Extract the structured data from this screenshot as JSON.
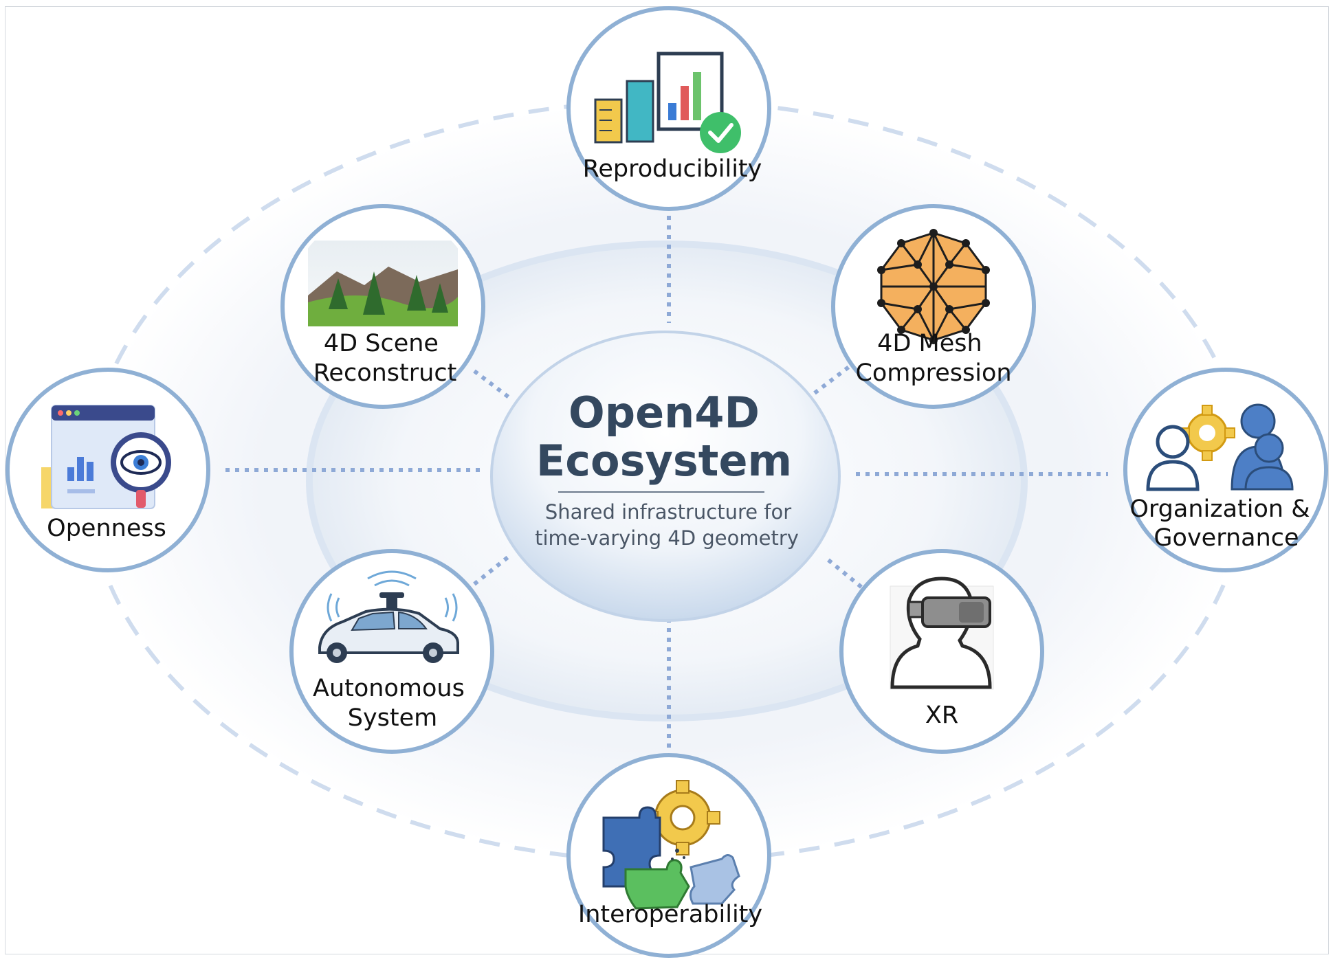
{
  "center": {
    "title_line1": "Open4D",
    "title_line2": "Ecosystem",
    "subtitle_line1": "Shared infrastructure for",
    "subtitle_line2": "time-varying 4D geometry"
  },
  "nodes": {
    "reproducibility": {
      "label_lines": [
        "Reproducibility"
      ],
      "icon": "bar-chart-check-icon"
    },
    "scene": {
      "label_lines": [
        "4D Scene",
        "Reconstruct"
      ],
      "icon": "landscape-icon"
    },
    "mesh": {
      "label_lines": [
        "4D Mesh",
        "Compression"
      ],
      "icon": "mesh-sphere-icon"
    },
    "openness": {
      "label_lines": [
        "Openness"
      ],
      "icon": "magnifier-eye-icon"
    },
    "governance": {
      "label_lines": [
        "Organization &",
        "Governance"
      ],
      "icon": "people-gear-icon"
    },
    "autonomous": {
      "label_lines": [
        "Autonomous",
        "System"
      ],
      "icon": "car-sensor-icon"
    },
    "xr": {
      "label_lines": [
        "XR"
      ],
      "icon": "vr-headset-icon"
    },
    "interop": {
      "label_lines": [
        "Interoperability"
      ],
      "icon": "puzzle-gear-icon"
    }
  },
  "colors": {
    "node_border": "#8fb0d4",
    "dotted_connector": "#8ea9d6",
    "outer_dashed_ring": "#cfdcee",
    "inner_ring": "#dbe5f2",
    "title": "#34485f"
  }
}
